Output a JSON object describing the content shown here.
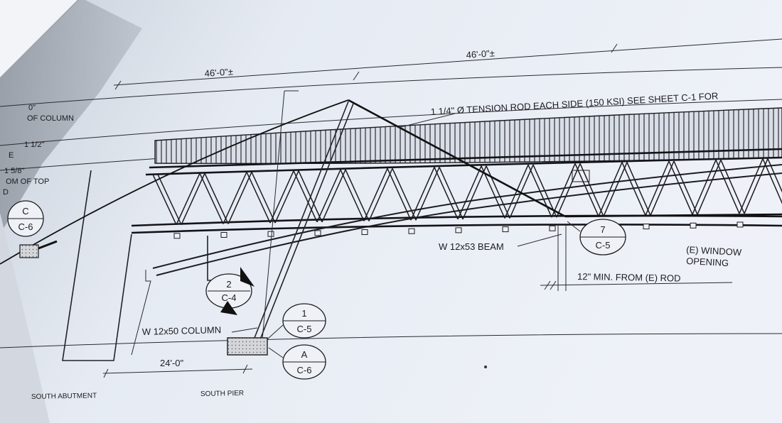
{
  "dimensions": {
    "top_left": "46'-0\"±",
    "top_right": "46'-0\"±",
    "bottom": "24'-0\""
  },
  "callouts": {
    "tension_rod": "1 1/4\" Ø TENSION ROD EACH SIDE (150 KSI) SEE SHEET C-1 FOR",
    "beam": "W 12x53 BEAM",
    "column": "W 12x50 COLUMN",
    "window_line1": "(E) WINDOW",
    "window_line2": "OPENING",
    "min_from_rod": "12\" MIN. FROM (E) ROD"
  },
  "cropped_left_labels": [
    "0\"",
    "OF COLUMN",
    "1 1/2\"",
    "E",
    "1 5/8\"",
    "OM OF TOP",
    "D"
  ],
  "section_marks": [
    {
      "top": "C",
      "bottom": "C-6"
    },
    {
      "top": "2",
      "bottom": "C-4"
    },
    {
      "top": "1",
      "bottom": "C-5"
    },
    {
      "top": "A",
      "bottom": "C-6"
    },
    {
      "top": "7",
      "bottom": "C-5"
    }
  ],
  "bottom_labels": {
    "south_abutment": "SOUTH ABUTMENT",
    "south_pier": "SOUTH PIER"
  },
  "colors": {
    "paper": "#e7ecf4",
    "paper_shadow": "#c3cad5",
    "ink": "#1c1c20"
  }
}
